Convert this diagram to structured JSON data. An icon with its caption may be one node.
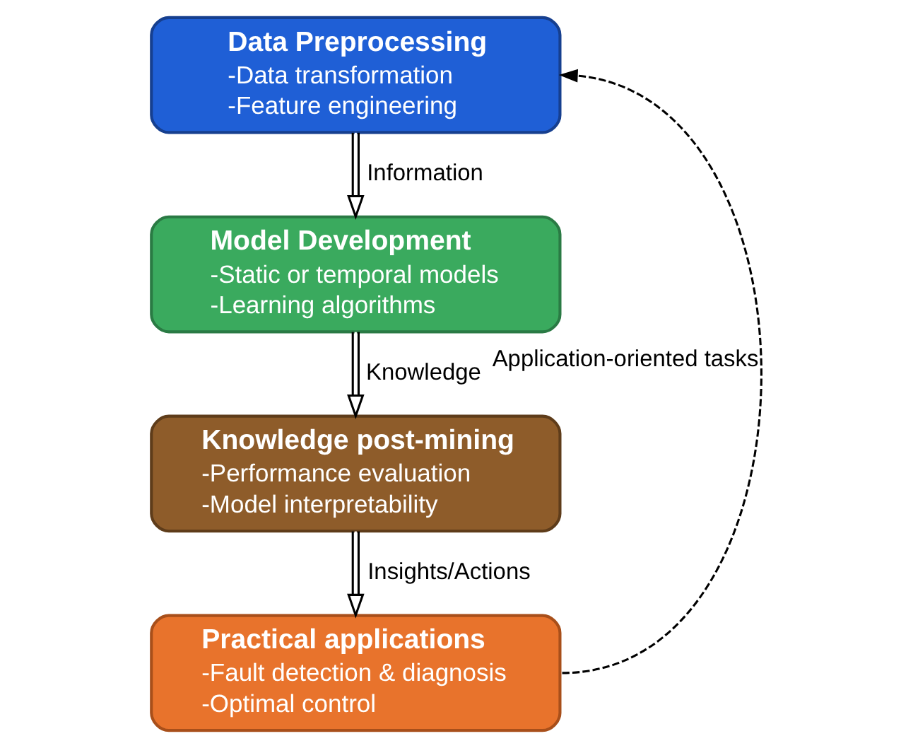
{
  "diagram": {
    "nodes": [
      {
        "text": [
          "Data Preprocessing",
          "-Data transformation",
          "-Feature engineering"
        ]
      },
      {
        "text": [
          "Model Development",
          "-Static or temporal models",
          "-Learning algorithms"
        ]
      },
      {
        "text": [
          "Knowledge post-mining",
          "-Performance evaluation",
          "-Model interpretability"
        ]
      },
      {
        "text": [
          "Practical applications",
          "-Fault detection & diagnosis",
          "-Optimal control"
        ]
      }
    ],
    "edges": [
      {
        "from": 0,
        "to": 1,
        "arrow": "to",
        "label": "Information"
      },
      {
        "from": 1,
        "to": 2,
        "arrow": "to",
        "label": "Knowledge"
      },
      {
        "from": 2,
        "to": 3,
        "arrow": "to",
        "label": "Insights/Actions"
      },
      {
        "from": 3,
        "to": 0,
        "arrow": "to",
        "label": "Application-oriented tasks",
        "style": "dashed"
      }
    ]
  }
}
